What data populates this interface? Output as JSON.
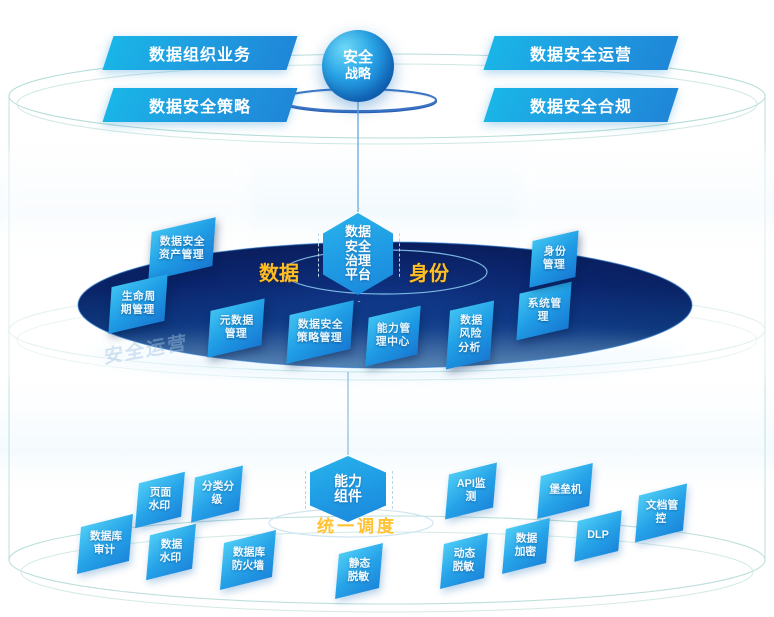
{
  "diagram": {
    "title": "数据安全治理平台架构",
    "colors": {
      "accent_blue": "#1f9ae4",
      "deep_blue": "#0d2a6b",
      "gold": "#ffbe21",
      "ring_teal": "#9fd6d2",
      "white": "#ffffff"
    }
  },
  "top_layer": {
    "sphere": {
      "line1": "安全",
      "line2": "战略"
    },
    "left_banners": [
      {
        "label": "数据组织业务"
      },
      {
        "label": "数据安全策略"
      }
    ],
    "right_banners": [
      {
        "label": "数据安全运营"
      },
      {
        "label": "数据安全合规"
      }
    ]
  },
  "middle_layer": {
    "center_hex": {
      "lines": [
        "数据",
        "安全",
        "治理",
        "平台"
      ],
      "label": "数据安全治理平台"
    },
    "side_words": {
      "left": "数据",
      "right": "身份"
    },
    "watermark": "安全运营",
    "modules": [
      {
        "lines": [
          "数据安全",
          "资产管理"
        ],
        "label": "数据安全资产管理"
      },
      {
        "lines": [
          "生命周",
          "期管理"
        ],
        "label": "生命周期管理"
      },
      {
        "lines": [
          "元数据",
          "管理"
        ],
        "label": "元数据管理"
      },
      {
        "lines": [
          "数据安全",
          "策略管理"
        ],
        "label": "数据安全策略管理"
      },
      {
        "lines": [
          "能力管",
          "理中心"
        ],
        "label": "能力管理中心"
      },
      {
        "lines": [
          "数据",
          "风险",
          "分析"
        ],
        "label": "数据风险分析"
      },
      {
        "lines": [
          "系统管",
          "理"
        ],
        "label": "系统管理"
      },
      {
        "lines": [
          "身份",
          "管理"
        ],
        "label": "身份管理"
      }
    ]
  },
  "bottom_layer": {
    "center_hex": {
      "lines": [
        "能力",
        "组件"
      ],
      "label": "能力组件"
    },
    "schedule_label": "统一调度",
    "capabilities": [
      {
        "lines": [
          "数据库",
          "审计"
        ],
        "label": "数据库审计"
      },
      {
        "lines": [
          "页面",
          "水印"
        ],
        "label": "页面水印"
      },
      {
        "lines": [
          "数据",
          "水印"
        ],
        "label": "数据水印"
      },
      {
        "lines": [
          "分类分",
          "级"
        ],
        "label": "分类分级"
      },
      {
        "lines": [
          "数据库",
          "防火墙"
        ],
        "label": "数据库防火墙"
      },
      {
        "lines": [
          "静态",
          "脱敏"
        ],
        "label": "静态脱敏"
      },
      {
        "lines": [
          "API监",
          "测"
        ],
        "label": "API监测"
      },
      {
        "lines": [
          "动态",
          "脱敏"
        ],
        "label": "动态脱敏"
      },
      {
        "lines": [
          "堡垒机"
        ],
        "label": "堡垒机"
      },
      {
        "lines": [
          "数据",
          "加密"
        ],
        "label": "数据加密"
      },
      {
        "lines": [
          "DLP"
        ],
        "label": "DLP"
      },
      {
        "lines": [
          "文档管",
          "控"
        ],
        "label": "文档管控"
      }
    ]
  }
}
